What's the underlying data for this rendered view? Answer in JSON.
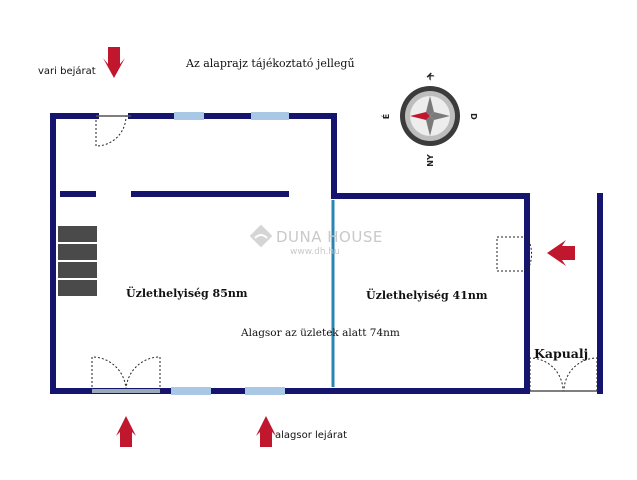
{
  "notes": {
    "disclaimer": "Az alaprajz tájékoztató jellegű",
    "rear_entrance": "vari bejárat",
    "basement_entrance": "alagsor lejárat",
    "gateway": "Kapualj"
  },
  "rooms": {
    "shop_large": "Üzlethelyiség 85nm",
    "shop_small": "Üzlethelyiség 41nm",
    "basement": "Alagsor az üzletek alatt 74nm"
  },
  "compass": {
    "north": "K",
    "east": "D",
    "south": "NY",
    "west": "É"
  },
  "watermark": {
    "brand": "DUNA HOUSE",
    "url": "www.dh.hu"
  },
  "colors": {
    "wall": "#15146e",
    "partition": "#2a86b0",
    "window": "#a8c8e6",
    "arrow": "#c0172e",
    "stair": "#4a4a4a"
  }
}
